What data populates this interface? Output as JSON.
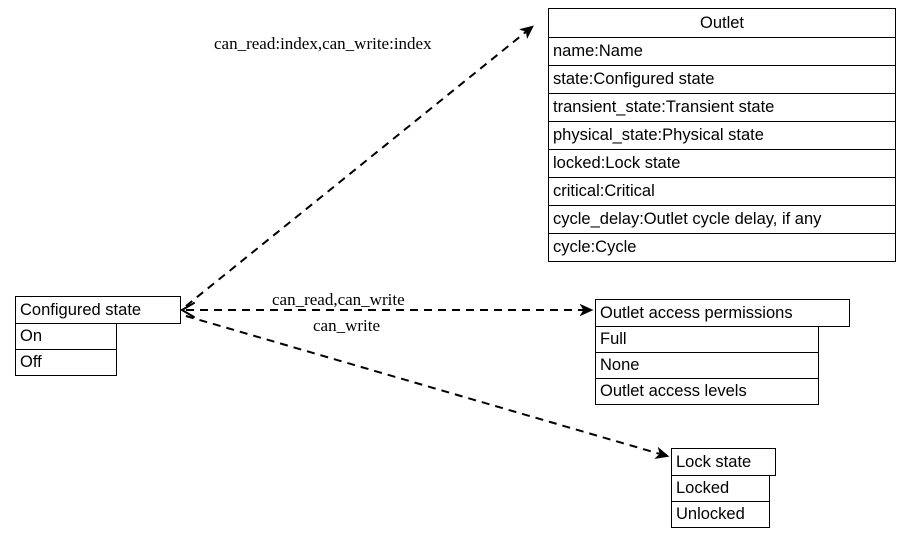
{
  "diagram": {
    "type": "uml-class-diagram",
    "background_color": "#ffffff",
    "line_color": "#000000",
    "edge_style": "dashed-with-arrowhead"
  },
  "nodes": {
    "outlet": {
      "title": "Outlet",
      "attributes": [
        "name:Name",
        "state:Configured state",
        "transient_state:Transient state",
        "physical_state:Physical state",
        "locked:Lock state",
        "critical:Critical",
        "cycle_delay:Outlet cycle delay, if any",
        "cycle:Cycle"
      ]
    },
    "configured_state": {
      "title": "Configured state",
      "attributes": [
        "On",
        "Off"
      ]
    },
    "outlet_access_permissions": {
      "title": "Outlet access permissions",
      "attributes": [
        "Full",
        "None",
        "Outlet access levels"
      ]
    },
    "lock_state": {
      "title": "Lock state",
      "attributes": [
        "Locked",
        "Unlocked"
      ]
    }
  },
  "edges": [
    {
      "id": "edge-outlet",
      "from": "configured_state",
      "to": "outlet",
      "label": "can_read:index,can_write:index"
    },
    {
      "id": "edge-permissions",
      "from": "configured_state",
      "to": "outlet_access_permissions",
      "label": "can_read,can_write"
    },
    {
      "id": "edge-lock",
      "from": "configured_state",
      "to": "lock_state",
      "label": "can_write"
    }
  ]
}
